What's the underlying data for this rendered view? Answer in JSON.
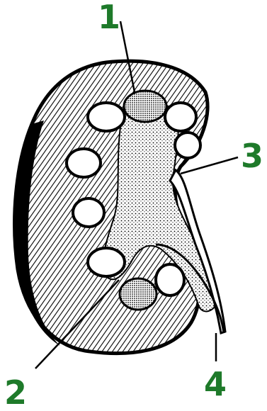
{
  "labels": [
    {
      "id": "1",
      "text": "1"
    },
    {
      "id": "2",
      "text": "2"
    },
    {
      "id": "3",
      "text": "3"
    },
    {
      "id": "4",
      "text": "4"
    }
  ],
  "colors": {
    "label": "#1e7a2a",
    "ink": "#000000",
    "paper": "#ffffff",
    "cortex_fill": "#e6e6e6",
    "pelvis_fill": "#f4f4f4"
  }
}
